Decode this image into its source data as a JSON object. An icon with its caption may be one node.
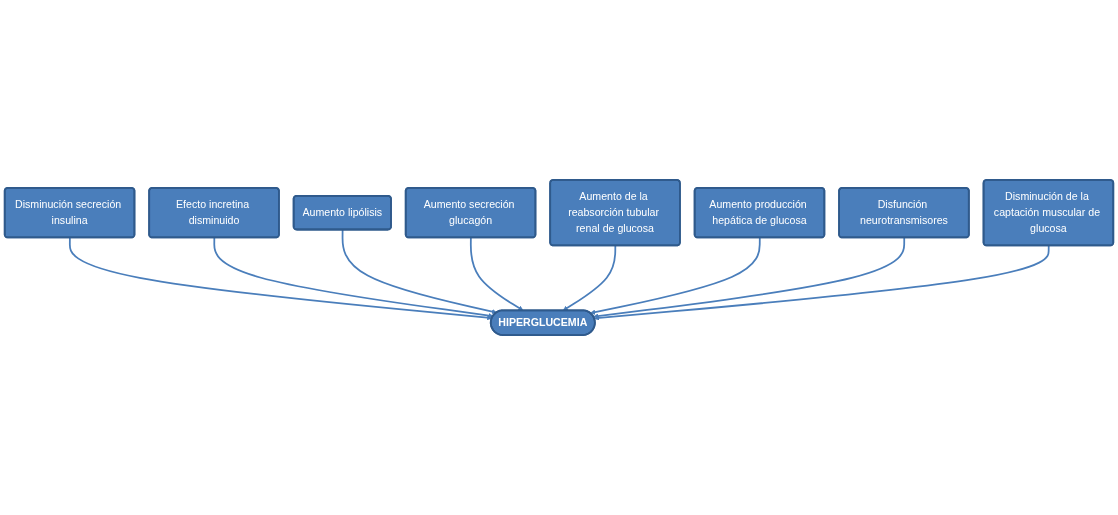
{
  "diagram": {
    "nodes": [
      {
        "text": [
          "Disminución secreción insulina"
        ]
      },
      {
        "text": [
          "Efecto incretina disminuido"
        ]
      },
      {
        "text": [
          "Aumento lipólisis"
        ]
      },
      {
        "text": [
          "Aumento secreción glucagón"
        ]
      },
      {
        "text": [
          "HIPERGLUCEMIA"
        ]
      },
      {
        "text": [
          "Aumento de la reabsorción tubular renal de glucosa"
        ]
      },
      {
        "text": [
          "Aumento producción hepática de glucosa"
        ]
      },
      {
        "text": [
          "Disfunción neurotransmisores"
        ]
      },
      {
        "text": [
          "Disminución de la captación muscular de glucosa"
        ]
      }
    ],
    "edges": [
      {
        "from": 0,
        "to": 4,
        "arrow": "to"
      },
      {
        "from": 1,
        "to": 4,
        "arrow": "to"
      },
      {
        "from": 2,
        "to": 4,
        "arrow": "to"
      },
      {
        "from": 3,
        "to": 4,
        "arrow": "to"
      },
      {
        "from": 5,
        "to": 4,
        "arrow": "to"
      },
      {
        "from": 6,
        "to": 4,
        "arrow": "to"
      },
      {
        "from": 7,
        "to": 4,
        "arrow": "to"
      },
      {
        "from": 8,
        "to": 4,
        "arrow": "to"
      }
    ]
  }
}
